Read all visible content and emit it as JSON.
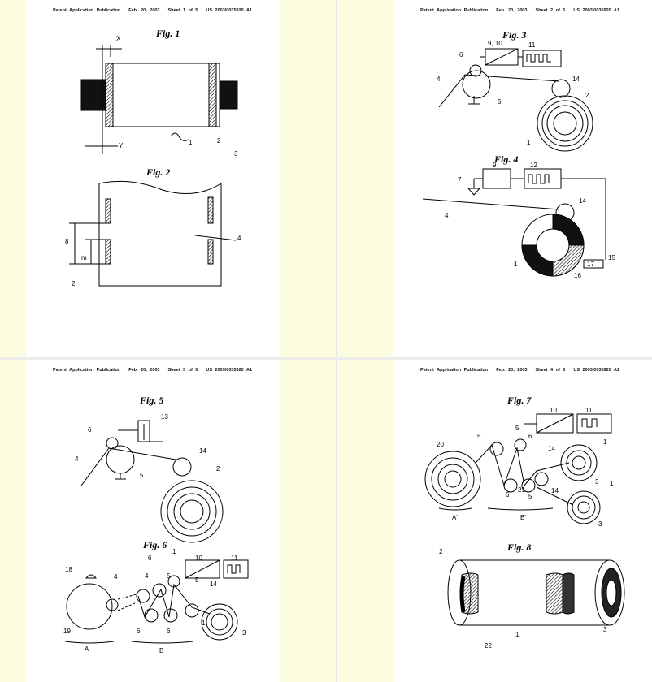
{
  "header": {
    "pub": "Patent Application Publication",
    "date": "Feb. 20, 2003",
    "number": "US 2003/0035920 A1"
  },
  "sheets": [
    "Sheet 1 of 5",
    "Sheet 2 of 5",
    "Sheet 3 of 5",
    "Sheet 4 of 5"
  ],
  "figures": {
    "fig1": {
      "title": "Fig. 1",
      "labels": [
        "X",
        "Y",
        "1",
        "2",
        "3"
      ]
    },
    "fig2": {
      "title": "Fig. 2",
      "labels": [
        "8",
        "m",
        "2",
        "4"
      ]
    },
    "fig3": {
      "title": "Fig. 3",
      "labels": [
        "6",
        "9, 10",
        "11",
        "4",
        "5",
        "14",
        "2",
        "1"
      ]
    },
    "fig4": {
      "title": "Fig. 4",
      "labels": [
        "7",
        "9",
        "12",
        "4",
        "14",
        "1",
        "16",
        "17",
        "15"
      ]
    },
    "fig5": {
      "title": "Fig. 5",
      "labels": [
        "6",
        "13",
        "4",
        "5",
        "14",
        "2",
        "1"
      ]
    },
    "fig6": {
      "title": "Fig. 6",
      "labels": [
        "18",
        "4",
        "6",
        "4",
        "5",
        "10",
        "11",
        "5",
        "14",
        "19",
        "6",
        "6",
        "1",
        "3",
        "A",
        "B"
      ]
    },
    "fig7": {
      "title": "Fig. 7",
      "labels": [
        "20",
        "5",
        "5",
        "6",
        "10",
        "11",
        "14",
        "1",
        "6",
        "21",
        "5",
        "14",
        "3",
        "1",
        "3",
        "A'",
        "B'"
      ]
    },
    "fig8": {
      "title": "Fig. 8",
      "labels": [
        "2",
        "22",
        "1",
        "3"
      ]
    }
  }
}
